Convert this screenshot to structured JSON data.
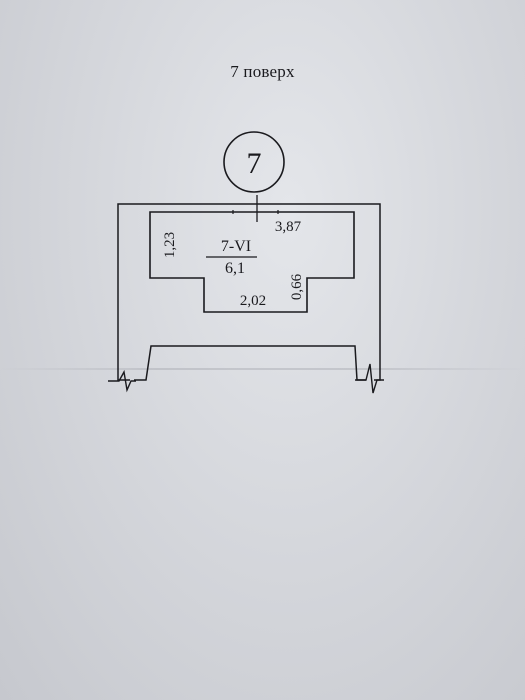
{
  "floor_title": "7 поверх",
  "floor_badge": "7",
  "room": {
    "label": "7-VI",
    "area": "6,1"
  },
  "dimensions": {
    "top_right": "3,87",
    "left_side": "1,23",
    "inner_right": "0,66",
    "bottom": "2,02"
  },
  "colors": {
    "ink": "#1a1a1e",
    "paper": "#d9dbe0"
  }
}
